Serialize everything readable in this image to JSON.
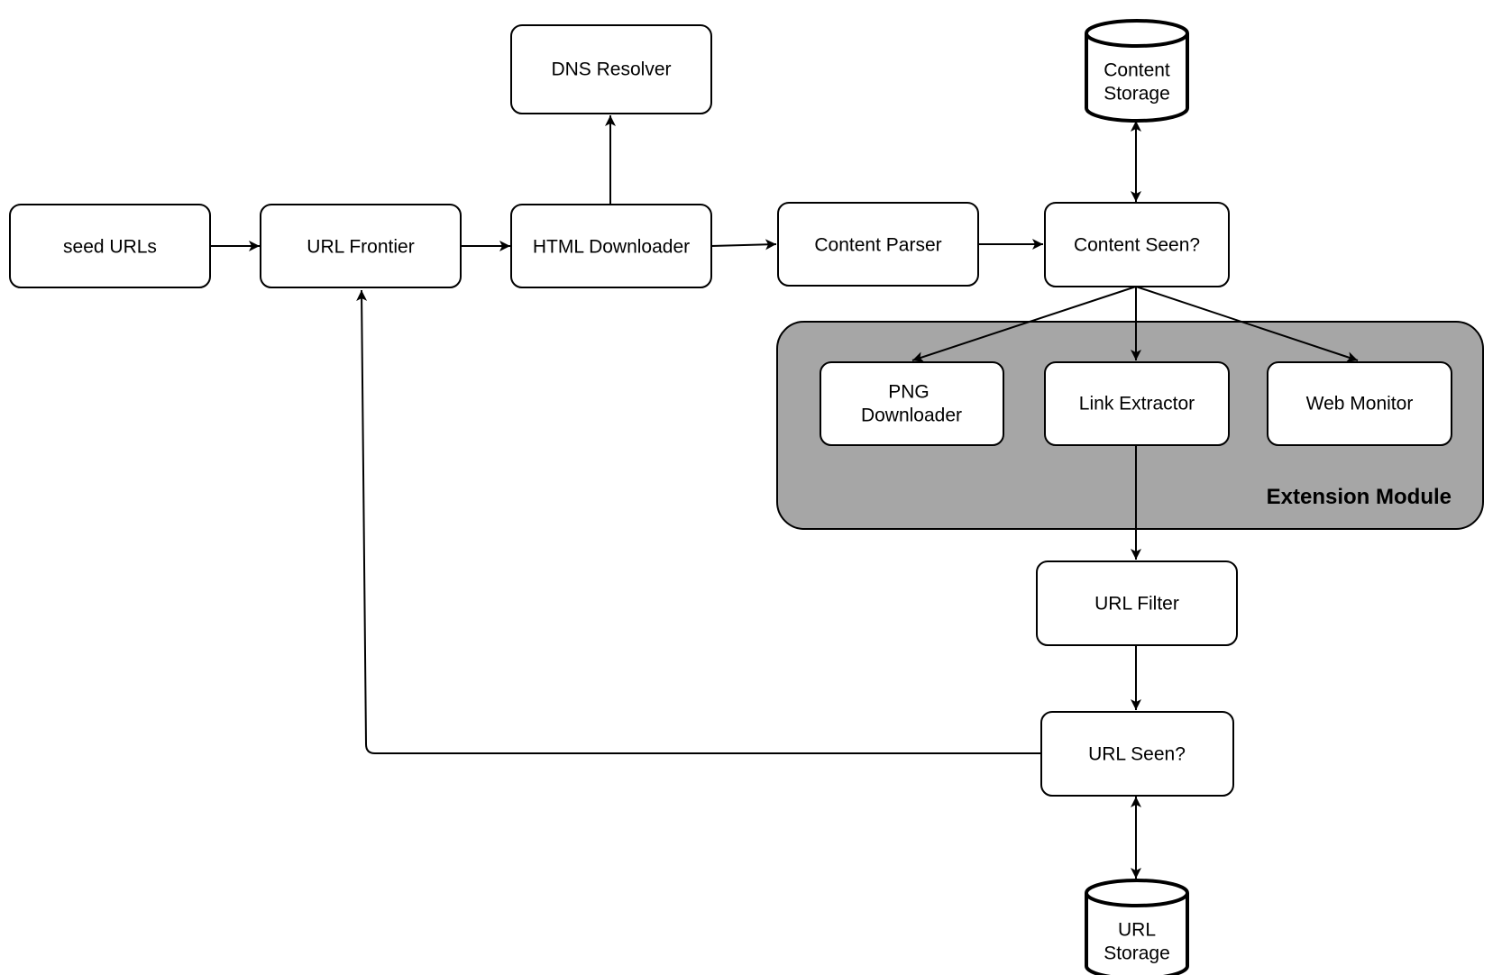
{
  "nodes": {
    "seed_urls": "seed URLs",
    "url_frontier": "URL Frontier",
    "html_downloader": "HTML Downloader",
    "dns_resolver": "DNS Resolver",
    "content_parser": "Content Parser",
    "content_seen": "Content Seen?",
    "content_storage": [
      "Content",
      "Storage"
    ],
    "png_downloader": [
      "PNG",
      "Downloader"
    ],
    "link_extractor": "Link Extractor",
    "web_monitor": "Web Monitor",
    "url_filter": "URL Filter",
    "url_seen": "URL Seen?",
    "url_storage": [
      "URL",
      "Storage"
    ]
  },
  "extension_module": {
    "label": "Extension Module"
  }
}
